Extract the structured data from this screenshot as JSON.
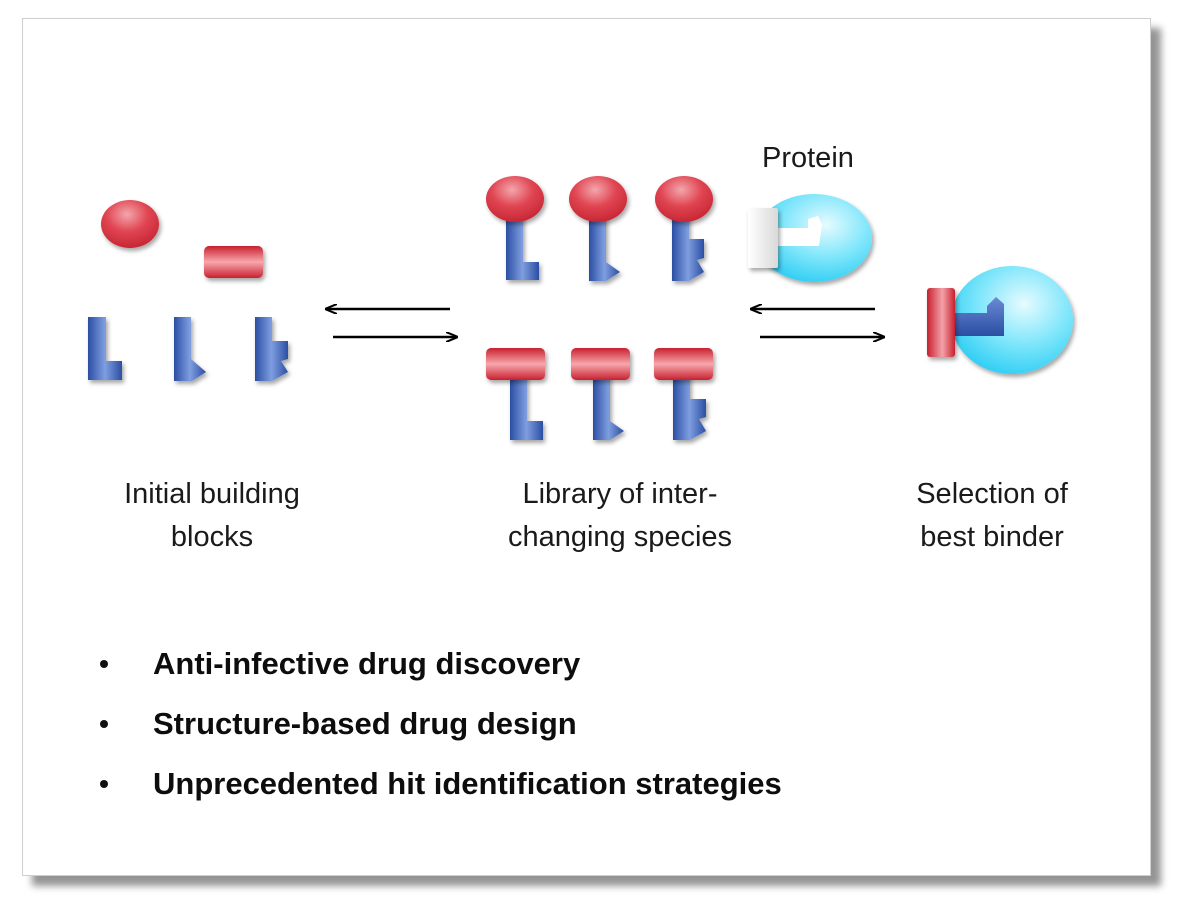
{
  "labels": {
    "initial_line1": "Initial building",
    "initial_line2": "blocks",
    "library_line1": "Library of inter-",
    "library_line2": "changing species",
    "selection_line1": "Selection of",
    "selection_line2": "best binder",
    "protein": "Protein"
  },
  "bullets": [
    "Anti-infective drug discovery",
    "Structure-based drug design",
    "Unprecedented hit identification strategies"
  ],
  "colors": {
    "red": "#c8202e",
    "blue": "#2f52a8",
    "cyan": "#37d2f5"
  }
}
